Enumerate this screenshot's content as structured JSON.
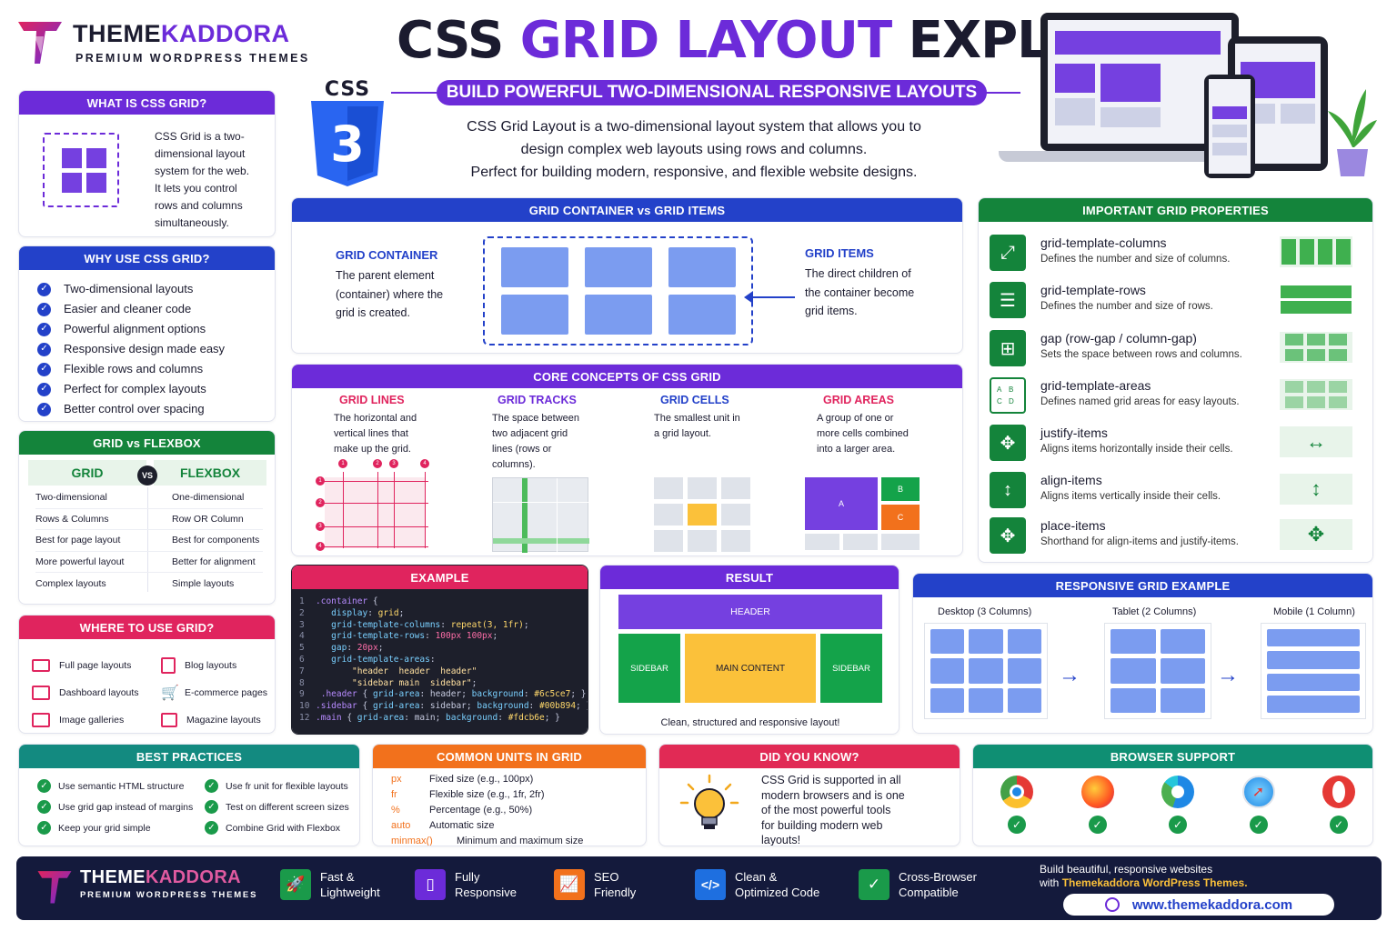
{
  "brand": {
    "name_a": "THEME",
    "name_b": "KADDORA",
    "tagline": "PREMIUM WORDPRESS THEMES"
  },
  "header": {
    "title_a": "CSS ",
    "title_b": "GRID LAYOUT",
    "title_c": " EXPLAINED",
    "banner": "BUILD POWERFUL TWO-DIMENSIONAL RESPONSIVE LAYOUTS",
    "intro": [
      "CSS Grid Layout is a two-dimensional layout system that allows you to",
      "design complex web layouts using rows and columns.",
      "Perfect for building modern, responsive, and flexible website designs."
    ],
    "css_badge": "CSS",
    "css_num": "3"
  },
  "what": {
    "title": "WHAT IS CSS GRID?",
    "text": [
      "CSS Grid is a two-",
      "dimensional layout",
      "system for the web.",
      "It lets you control",
      "rows and columns",
      "simultaneously."
    ]
  },
  "why": {
    "title": "WHY USE CSS GRID?",
    "items": [
      "Two-dimensional layouts",
      "Easier and cleaner code",
      "Powerful alignment options",
      "Responsive design made easy",
      "Flexible rows and columns",
      "Perfect for complex layouts",
      "Better control over spacing"
    ]
  },
  "vs": {
    "title": "GRID vs FLEXBOX",
    "left": "GRID",
    "right": "FLEXBOX",
    "badge": "VS",
    "rows": [
      [
        "Two-dimensional",
        "One-dimensional"
      ],
      [
        "Rows & Columns",
        "Row OR Column"
      ],
      [
        "Best for page layout",
        "Best for components"
      ],
      [
        "More powerful layout",
        "Better for alignment"
      ],
      [
        "Complex layouts",
        "Simple layouts"
      ]
    ]
  },
  "where": {
    "title": "WHERE TO USE GRID?",
    "items": [
      [
        "Full page layouts",
        "Blog layouts"
      ],
      [
        "Dashboard layouts",
        "E-commerce pages"
      ],
      [
        "Image galleries",
        "Magazine layouts"
      ]
    ]
  },
  "container": {
    "title": "GRID CONTAINER vs GRID ITEMS",
    "c_head": "GRID CONTAINER",
    "c_text": [
      "The parent element",
      "(container) where the",
      "grid is created."
    ],
    "i_head": "GRID ITEMS",
    "i_text": [
      "The direct children of",
      "the container become",
      "grid items."
    ]
  },
  "concepts": {
    "title": "CORE CONCEPTS OF CSS GRID",
    "items": [
      {
        "head": "GRID LINES",
        "text": [
          "The horizontal and",
          "vertical lines that",
          "make up the grid."
        ]
      },
      {
        "head": "GRID TRACKS",
        "text": [
          "The space between",
          "two adjacent grid",
          "lines (rows or",
          "columns)."
        ]
      },
      {
        "head": "GRID CELLS",
        "text": [
          "The smallest unit in",
          "a grid layout."
        ]
      },
      {
        "head": "GRID AREAS",
        "text": [
          "A group of one or",
          "more cells combined",
          "into a larger area."
        ]
      }
    ],
    "line_nums": [
      "1",
      "2",
      "3",
      "4"
    ],
    "areas": [
      "A",
      "B",
      "C"
    ]
  },
  "props": {
    "title": "IMPORTANT GRID PROPERTIES",
    "items": [
      {
        "name": "grid-template-columns",
        "desc": "Defines the number and size of columns.",
        "icon": "expand-icon"
      },
      {
        "name": "grid-template-rows",
        "desc": "Defines the number and size of rows.",
        "icon": "rows-icon"
      },
      {
        "name": "gap (row-gap / column-gap)",
        "desc": "Sets the space between rows and columns.",
        "icon": "gap-icon"
      },
      {
        "name": "grid-template-areas",
        "desc": "Defines named grid areas for easy layouts.",
        "icon": "areas-icon"
      },
      {
        "name": "justify-items",
        "desc": "Aligns items horizontally inside their cells.",
        "icon": "horizontal-arrows-icon"
      },
      {
        "name": "align-items",
        "desc": "Aligns items vertically inside their cells.",
        "icon": "vertical-arrows-icon"
      },
      {
        "name": "place-items",
        "desc": "Shorthand for align-items and justify-items.",
        "icon": "move-icon"
      }
    ],
    "area_letters": [
      "A",
      "B",
      "C",
      "D"
    ]
  },
  "example": {
    "title": "EXAMPLE"
  },
  "result": {
    "title": "RESULT",
    "header": "HEADER",
    "sidebar": "SIDEBAR",
    "main": "MAIN CONTENT",
    "caption": "Clean, structured and responsive layout!"
  },
  "responsive": {
    "title": "RESPONSIVE GRID EXAMPLE",
    "desktop": "Desktop (3 Columns)",
    "tablet": "Tablet (2 Columns)",
    "mobile": "Mobile (1 Column)"
  },
  "best": {
    "title": "BEST PRACTICES",
    "items": [
      [
        "Use semantic HTML structure",
        "Use fr unit for flexible layouts"
      ],
      [
        "Use grid gap instead of margins",
        "Test on different screen sizes"
      ],
      [
        "Keep your grid simple",
        "Combine Grid with Flexbox"
      ]
    ]
  },
  "units": {
    "title": "COMMON UNITS IN GRID",
    "items": [
      [
        "px",
        "Fixed size (e.g., 100px)"
      ],
      [
        "fr",
        "Flexible size (e.g., 1fr, 2fr)"
      ],
      [
        "%",
        "Percentage (e.g., 50%)"
      ],
      [
        "auto",
        "Automatic size"
      ],
      [
        "minmax()",
        "Minimum and maximum size"
      ]
    ]
  },
  "know": {
    "title": "DID YOU KNOW?",
    "text": [
      "CSS Grid is supported in all",
      "modern browsers and is one",
      "of the most powerful tools",
      "for building modern web",
      "layouts!"
    ]
  },
  "browser": {
    "title": "BROWSER SUPPORT",
    "items": [
      "chrome-icon",
      "firefox-icon",
      "edge-icon",
      "safari-icon",
      "opera-icon"
    ]
  },
  "footer": {
    "features": [
      [
        "Fast &",
        "Lightweight"
      ],
      [
        "Fully",
        "Responsive"
      ],
      [
        "SEO",
        "Friendly"
      ],
      [
        "Clean &",
        "Optimized Code"
      ],
      [
        "Cross-Browser",
        "Compatible"
      ]
    ],
    "cta_a": "Build beautiful, responsive websites",
    "cta_b": "with ",
    "cta_c": "Themekaddora WordPress Themes.",
    "url": "www.themekaddora.com"
  },
  "colors": {
    "purple": "#6c2bd9",
    "blue": "#2341c9",
    "green": "#14843b",
    "pink": "#e0245e",
    "navy": "#141a3c"
  }
}
